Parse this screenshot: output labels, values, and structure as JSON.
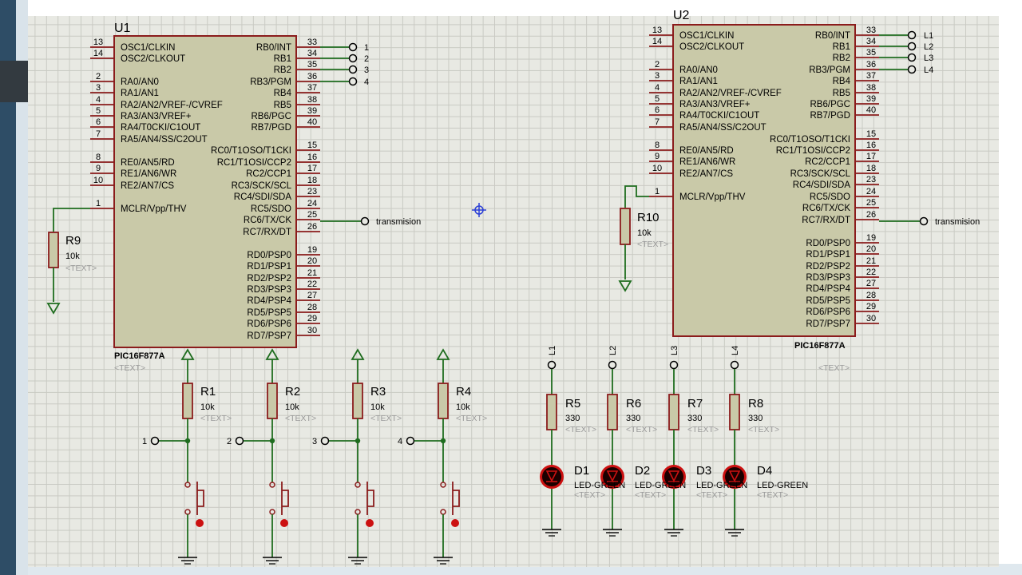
{
  "mcu_left": {
    "ref": "U1",
    "part": "PIC16F877A",
    "text_placeholder": "<TEXT>",
    "left_pins": [
      {
        "num": "13",
        "name": "OSC1/CLKIN"
      },
      {
        "num": "14",
        "name": "OSC2/CLKOUT"
      },
      {
        "num": "2",
        "name": "RA0/AN0"
      },
      {
        "num": "3",
        "name": "RA1/AN1"
      },
      {
        "num": "4",
        "name": "RA2/AN2/VREF-/CVREF"
      },
      {
        "num": "5",
        "name": "RA3/AN3/VREF+"
      },
      {
        "num": "6",
        "name": "RA4/T0CKI/C1OUT"
      },
      {
        "num": "7",
        "name": "RA5/AN4/SS/C2OUT"
      },
      {
        "num": "8",
        "name": "RE0/AN5/RD"
      },
      {
        "num": "9",
        "name": "RE1/AN6/WR"
      },
      {
        "num": "10",
        "name": "RE2/AN7/CS"
      },
      {
        "num": "1",
        "name": "MCLR/Vpp/THV"
      }
    ],
    "right_pins": [
      {
        "num": "33",
        "name": "RB0/INT"
      },
      {
        "num": "34",
        "name": "RB1"
      },
      {
        "num": "35",
        "name": "RB2"
      },
      {
        "num": "36",
        "name": "RB3/PGM"
      },
      {
        "num": "37",
        "name": "RB4"
      },
      {
        "num": "38",
        "name": "RB5"
      },
      {
        "num": "39",
        "name": "RB6/PGC"
      },
      {
        "num": "40",
        "name": "RB7/PGD"
      },
      {
        "num": "15",
        "name": "RC0/T1OSO/T1CKI"
      },
      {
        "num": "16",
        "name": "RC1/T1OSI/CCP2"
      },
      {
        "num": "17",
        "name": "RC2/CCP1"
      },
      {
        "num": "18",
        "name": "RC3/SCK/SCL"
      },
      {
        "num": "23",
        "name": "RC4/SDI/SDA"
      },
      {
        "num": "24",
        "name": "RC5/SDO"
      },
      {
        "num": "25",
        "name": "RC6/TX/CK"
      },
      {
        "num": "26",
        "name": "RC7/RX/DT"
      },
      {
        "num": "19",
        "name": "RD0/PSP0"
      },
      {
        "num": "20",
        "name": "RD1/PSP1"
      },
      {
        "num": "21",
        "name": "RD2/PSP2"
      },
      {
        "num": "22",
        "name": "RD3/PSP3"
      },
      {
        "num": "27",
        "name": "RD4/PSP4"
      },
      {
        "num": "28",
        "name": "RD5/PSP5"
      },
      {
        "num": "29",
        "name": "RD6/PSP6"
      },
      {
        "num": "30",
        "name": "RD7/PSP7"
      }
    ],
    "port_b_labels": [
      "1",
      "2",
      "3",
      "4"
    ],
    "tx_label": "transmision"
  },
  "mcu_right": {
    "ref": "U2",
    "part": "PIC16F877A",
    "text_placeholder": "<TEXT>",
    "left_pins": [
      {
        "num": "13",
        "name": "OSC1/CLKIN"
      },
      {
        "num": "14",
        "name": "OSC2/CLKOUT"
      },
      {
        "num": "2",
        "name": "RA0/AN0"
      },
      {
        "num": "3",
        "name": "RA1/AN1"
      },
      {
        "num": "4",
        "name": "RA2/AN2/VREF-/CVREF"
      },
      {
        "num": "5",
        "name": "RA3/AN3/VREF+"
      },
      {
        "num": "6",
        "name": "RA4/T0CKI/C1OUT"
      },
      {
        "num": "7",
        "name": "RA5/AN4/SS/C2OUT"
      },
      {
        "num": "8",
        "name": "RE0/AN5/RD"
      },
      {
        "num": "9",
        "name": "RE1/AN6/WR"
      },
      {
        "num": "10",
        "name": "RE2/AN7/CS"
      },
      {
        "num": "1",
        "name": "MCLR/Vpp/THV"
      }
    ],
    "right_pins": [
      {
        "num": "33",
        "name": "RB0/INT"
      },
      {
        "num": "34",
        "name": "RB1"
      },
      {
        "num": "35",
        "name": "RB2"
      },
      {
        "num": "36",
        "name": "RB3/PGM"
      },
      {
        "num": "37",
        "name": "RB4"
      },
      {
        "num": "38",
        "name": "RB5"
      },
      {
        "num": "39",
        "name": "RB6/PGC"
      },
      {
        "num": "40",
        "name": "RB7/PGD"
      },
      {
        "num": "15",
        "name": "RC0/T1OSO/T1CKI"
      },
      {
        "num": "16",
        "name": "RC1/T1OSI/CCP2"
      },
      {
        "num": "17",
        "name": "RC2/CCP1"
      },
      {
        "num": "18",
        "name": "RC3/SCK/SCL"
      },
      {
        "num": "23",
        "name": "RC4/SDI/SDA"
      },
      {
        "num": "24",
        "name": "RC5/SDO"
      },
      {
        "num": "25",
        "name": "RC6/TX/CK"
      },
      {
        "num": "26",
        "name": "RC7/RX/DT"
      },
      {
        "num": "19",
        "name": "RD0/PSP0"
      },
      {
        "num": "20",
        "name": "RD1/PSP1"
      },
      {
        "num": "21",
        "name": "RD2/PSP2"
      },
      {
        "num": "22",
        "name": "RD3/PSP3"
      },
      {
        "num": "27",
        "name": "RD4/PSP4"
      },
      {
        "num": "28",
        "name": "RD5/PSP5"
      },
      {
        "num": "29",
        "name": "RD6/PSP6"
      },
      {
        "num": "30",
        "name": "RD7/PSP7"
      }
    ],
    "port_b_labels": [
      "L1",
      "L2",
      "L3",
      "L4"
    ],
    "tx_label": "transmision"
  },
  "pullups": [
    {
      "ref": "R9",
      "value": "10k",
      "text": "<TEXT>"
    },
    {
      "ref": "R10",
      "value": "10k",
      "text": "<TEXT>"
    }
  ],
  "button_resistors": [
    {
      "ref": "R1",
      "value": "10k",
      "text": "<TEXT>",
      "net": "1"
    },
    {
      "ref": "R2",
      "value": "10k",
      "text": "<TEXT>",
      "net": "2"
    },
    {
      "ref": "R3",
      "value": "10k",
      "text": "<TEXT>",
      "net": "3"
    },
    {
      "ref": "R4",
      "value": "10k",
      "text": "<TEXT>",
      "net": "4"
    }
  ],
  "led_resistors": [
    {
      "ref": "R5",
      "value": "330",
      "text": "<TEXT>",
      "net": "L1"
    },
    {
      "ref": "R6",
      "value": "330",
      "text": "<TEXT>",
      "net": "L2"
    },
    {
      "ref": "R7",
      "value": "330",
      "text": "<TEXT>",
      "net": "L3"
    },
    {
      "ref": "R8",
      "value": "330",
      "text": "<TEXT>",
      "net": "L4"
    }
  ],
  "leds": [
    {
      "ref": "D1",
      "part": "LED-GREEN",
      "text": "<TEXT>"
    },
    {
      "ref": "D2",
      "part": "LED-GREEN",
      "text": "<TEXT>"
    },
    {
      "ref": "D3",
      "part": "LED-GREEN",
      "text": "<TEXT>"
    },
    {
      "ref": "D4",
      "part": "LED-GREEN",
      "text": "<TEXT>"
    }
  ],
  "colors": {
    "wire": "#1f6d1f",
    "component": "#8b1c1c",
    "body_fill": "#c9c9a8",
    "grid": "#c9cac3",
    "led_red": "#cc1111"
  }
}
